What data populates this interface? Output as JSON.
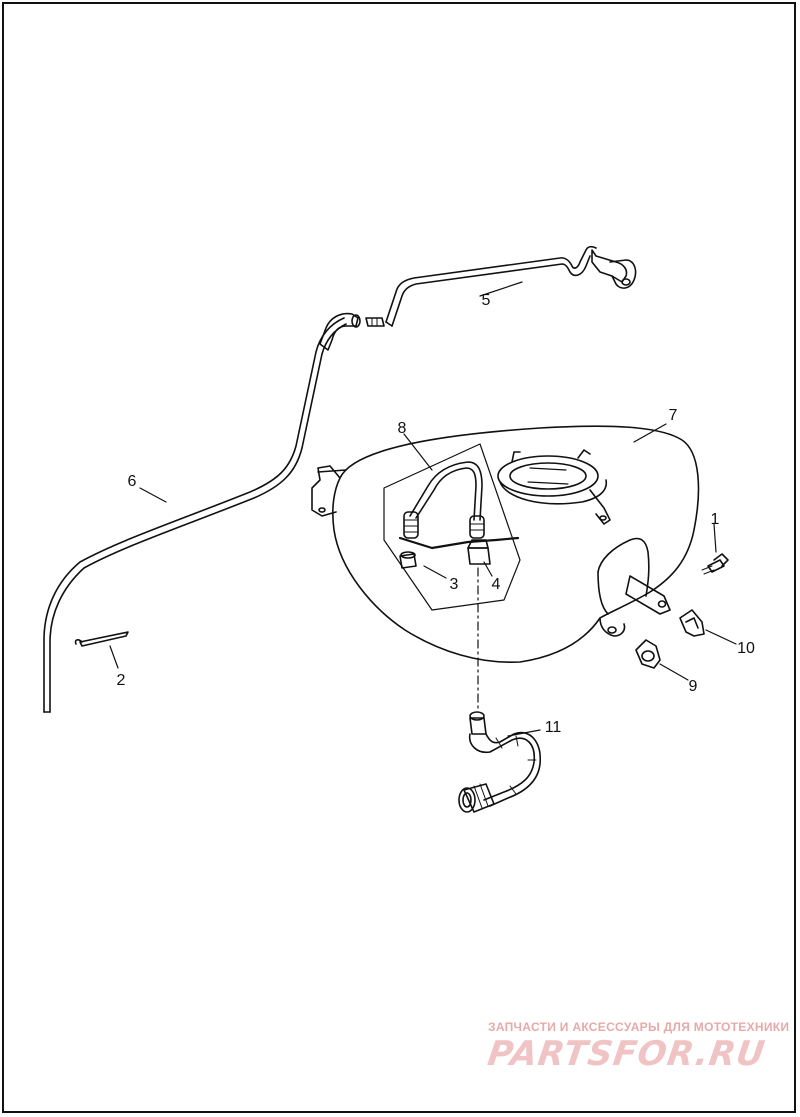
{
  "callouts": {
    "c1": "1",
    "c2": "2",
    "c3": "3",
    "c4": "4",
    "c5": "5",
    "c6": "6",
    "c7": "7",
    "c8": "8",
    "c9": "9",
    "c10": "10",
    "c11": "11"
  },
  "watermark": {
    "tagline": "ЗАПЧАСТИ И АКСЕССУАРЫ ДЛЯ МОТОТЕХНИКИ",
    "logo": "PARTSFOR.RU"
  },
  "colors": {
    "line": "#111111",
    "watermark_text": "#e8a9a9",
    "watermark_logo": "#f0c4c4"
  }
}
